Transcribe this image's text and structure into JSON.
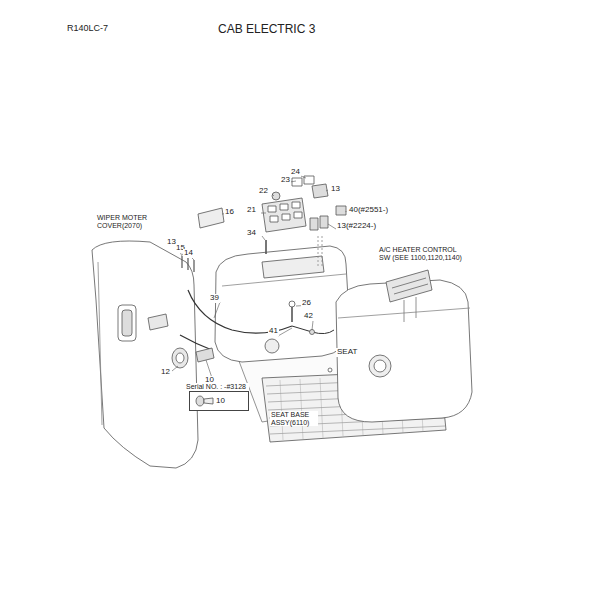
{
  "diagram": {
    "title": "CAB ELECTRIC 3",
    "nodes": [
      {
        "text": [
          "Serial NO. : -#3128",
          "10"
        ]
      }
    ],
    "labels": [
      "24",
      "23",
      "13",
      "22",
      "21",
      "34",
      "40(#2551-)",
      "13(#2224-)",
      "16",
      "13",
      "15",
      "14",
      "WIPER MOTER COVER(2070)",
      "A/C HEATER CONTROL SW (SEE 1100,1120,1140)",
      "39",
      "26",
      "42",
      "41",
      "SEAT",
      "12",
      "10",
      "SEAT BASE ASSY(6110)",
      "R140LC-7"
    ]
  }
}
